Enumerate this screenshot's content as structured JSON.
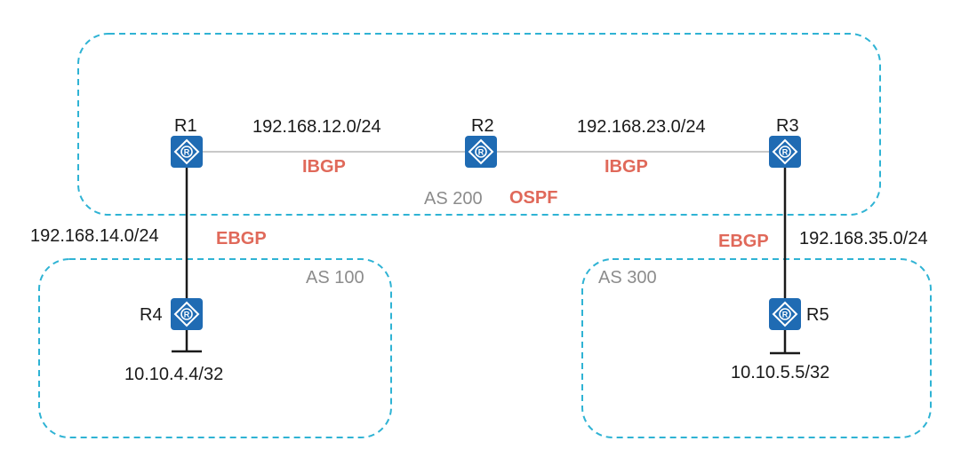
{
  "diagram": {
    "routers": [
      {
        "id": "r1",
        "name": "R1"
      },
      {
        "id": "r2",
        "name": "R2"
      },
      {
        "id": "r3",
        "name": "R3"
      },
      {
        "id": "r4",
        "name": "R4"
      },
      {
        "id": "r5",
        "name": "R5"
      }
    ],
    "areas": {
      "as200": "AS 200",
      "as100": "AS 100",
      "as300": "AS 300"
    },
    "protocols": {
      "ospf": "OSPF",
      "ibgp_r1_r2": "IBGP",
      "ibgp_r2_r3": "IBGP",
      "ebgp_r1_r4": "EBGP",
      "ebgp_r3_r5": "EBGP"
    },
    "subnets": {
      "r1_r2": "192.168.12.0/24",
      "r2_r3": "192.168.23.0/24",
      "r1_r4": "192.168.14.0/24",
      "r3_r5": "192.168.35.0/24"
    },
    "loopbacks": {
      "r4": "10.10.4.4/32",
      "r5": "10.10.5.5/32"
    },
    "colors": {
      "area_border": "#2fb3d4",
      "router_fill": "#1f6bb3",
      "protocol_text": "#e0695a",
      "as_text": "#8c8c8c",
      "link": "#c8c8c8",
      "vertical_link": "#1a1a1a"
    },
    "icon": "router-icon"
  }
}
